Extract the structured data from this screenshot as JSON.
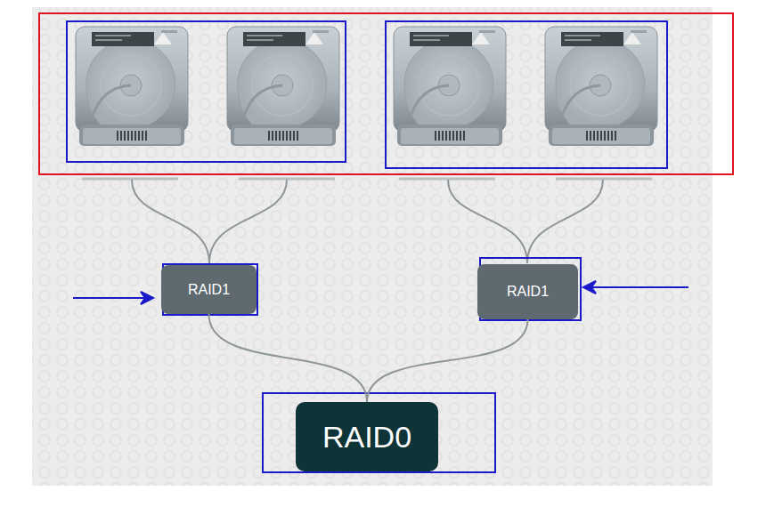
{
  "diagram": {
    "nodes": [
      {
        "text": [
          "RAID1"
        ]
      },
      {
        "text": [
          "RAID1"
        ]
      },
      {
        "text": [
          "RAID0"
        ]
      }
    ],
    "edges": [
      {
        "from": 0,
        "to": 2,
        "arrow": "none"
      },
      {
        "from": 1,
        "to": 2,
        "arrow": "none"
      }
    ]
  }
}
